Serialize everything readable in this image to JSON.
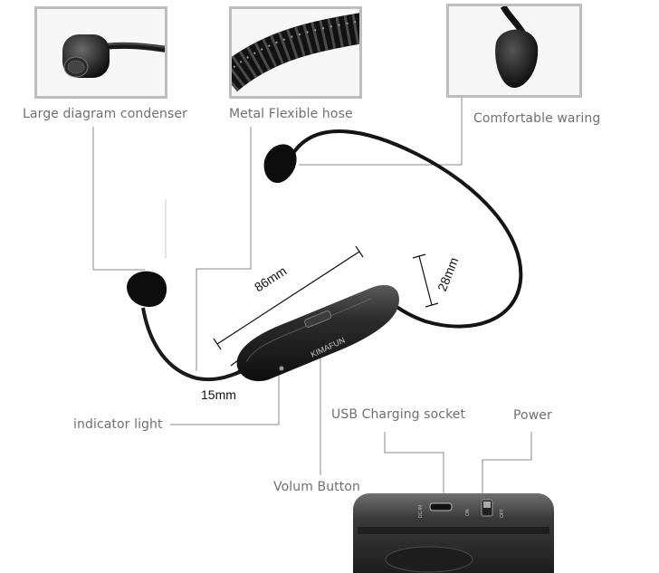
{
  "callouts": {
    "condenser": "Large diagram condenser",
    "hose": "Metal Flexible hose",
    "wearing": "Comfortable waring",
    "indicator": "indicator light",
    "usb": "USB Charging socket",
    "power": "Power",
    "volume": "Volum Button"
  },
  "dimensions": {
    "length": "86mm",
    "height": "28mm",
    "width": "15mm"
  },
  "device": {
    "brand": "KIMAFUN",
    "port_label": "DC-IN",
    "switch_on": "ON",
    "switch_off": "OFF"
  }
}
